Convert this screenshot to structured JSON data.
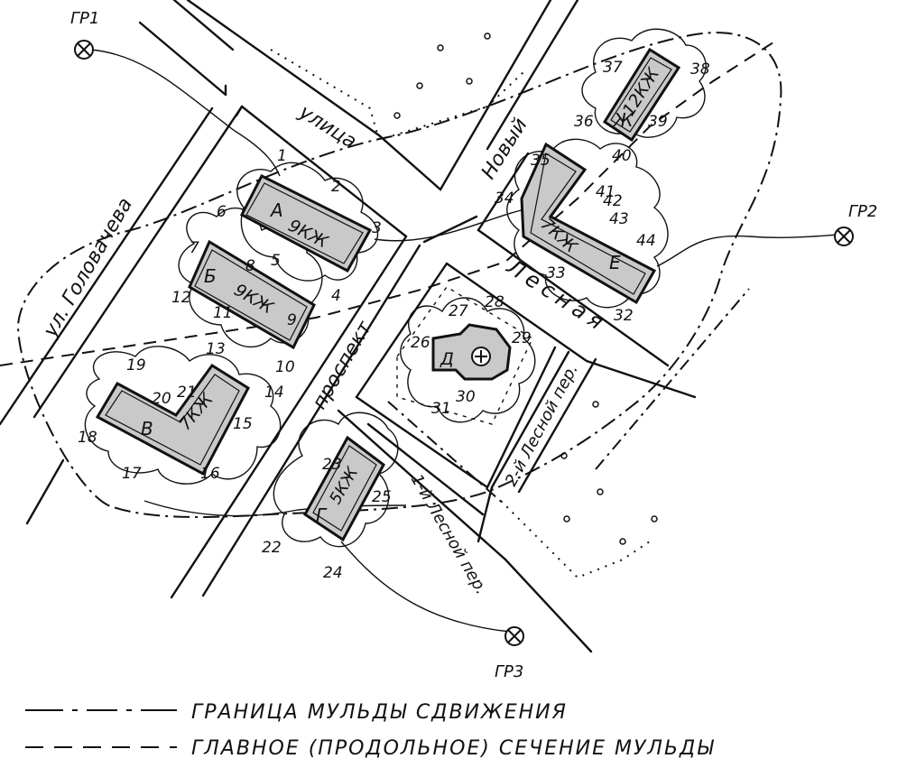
{
  "benchmarks": [
    {
      "id": "gr1",
      "label": "ГР1"
    },
    {
      "id": "gr2",
      "label": "ГР2"
    },
    {
      "id": "gr3",
      "label": "ГР3"
    }
  ],
  "streets": {
    "ulitsa": "улица",
    "novyi": "Новый",
    "golovacheva": "ул. Головачева",
    "prospekt": "проспект",
    "lesnaya": "Лесная",
    "lesnoi1": "1-й Лесной пер.",
    "lesnoi2": "2-й Лесной пер."
  },
  "buildings": [
    {
      "id": "A",
      "letter": "А",
      "type": "9КЖ"
    },
    {
      "id": "B",
      "letter": "Б",
      "type": "9КЖ"
    },
    {
      "id": "V",
      "letter": "В",
      "type": "7КЖ"
    },
    {
      "id": "G",
      "letter": "Г",
      "type": "5КЖ"
    },
    {
      "id": "D",
      "letter": "Д",
      "type": ""
    },
    {
      "id": "E",
      "letter": "Е",
      "type": "7КЖ"
    },
    {
      "id": "ZH",
      "letter": "Ж",
      "type": "12КЖ"
    }
  ],
  "survey_points": [
    "1",
    "2",
    "3",
    "4",
    "5",
    "6",
    "7",
    "8",
    "9",
    "10",
    "11",
    "12",
    "13",
    "14",
    "15",
    "16",
    "17",
    "18",
    "19",
    "20",
    "21",
    "22",
    "23",
    "24",
    "25",
    "26",
    "27",
    "28",
    "29",
    "30",
    "31",
    "32",
    "33",
    "34",
    "35",
    "36",
    "37",
    "38",
    "39",
    "40",
    "41",
    "42",
    "43",
    "44"
  ],
  "legend": {
    "boundary": "ГРАНИЦА МУЛЬДЫ СДВИЖЕНИЯ",
    "section": "ГЛАВНОЕ (ПРОДОЛЬНОЕ) СЕЧЕНИЕ МУЛЬДЫ"
  },
  "colors": {
    "ink": "#111111",
    "building_fill": "#c9c9c9",
    "paper": "#ffffff"
  }
}
